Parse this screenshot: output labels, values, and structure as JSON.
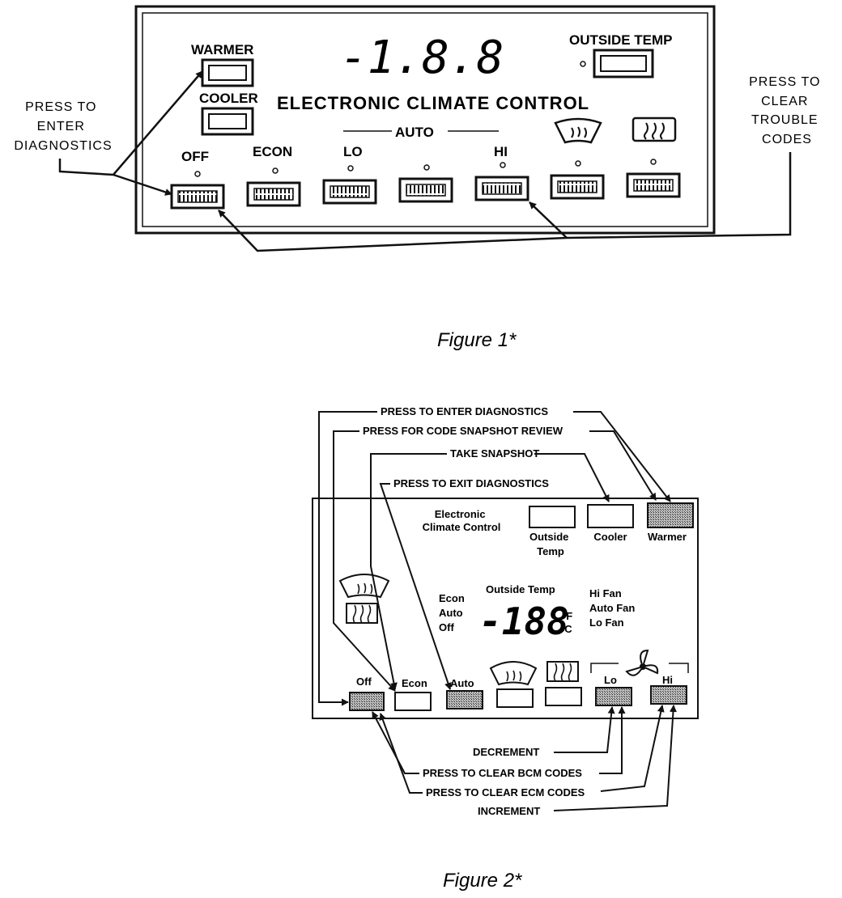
{
  "figure1": {
    "caption": "Figure 1*",
    "display_digits": "-1.8.8",
    "panel_title": "ELECTRONIC CLIMATE CONTROL",
    "auto_label": "AUTO",
    "warmer_label": "WARMER",
    "cooler_label": "COOLER",
    "outside_temp_label": "OUTSIDE TEMP",
    "buttons": {
      "off": "OFF",
      "econ": "ECON",
      "lo": "LO",
      "hi": "HI"
    },
    "icons": [
      "windshield-defrost-icon",
      "rear-defrost-icon"
    ],
    "callouts": {
      "enter_diagnostics": [
        "PRESS TO",
        "ENTER",
        "DIAGNOSTICS"
      ],
      "clear_trouble_codes": [
        "PRESS TO",
        "CLEAR",
        "TROUBLE",
        "CODES"
      ]
    }
  },
  "figure2": {
    "caption": "Figure 2*",
    "panel_title": [
      "Electronic",
      "Climate Control"
    ],
    "outside_temp_button": [
      "Outside",
      "Temp"
    ],
    "cooler_label": "Cooler",
    "warmer_label": "Warmer",
    "display_header": "Outside Temp",
    "display_digits": "-188",
    "unit_f": "°F",
    "unit_c": "°C",
    "mode_labels": [
      "Econ",
      "Auto",
      "Off"
    ],
    "fan_labels": [
      "Hi Fan",
      "Auto Fan",
      "Lo Fan"
    ],
    "buttons": {
      "off": "Off",
      "econ": "Econ",
      "auto": "Auto",
      "lo": "Lo",
      "hi": "Hi"
    },
    "icons": [
      "windshield-defrost-icon",
      "rear-defrost-icon",
      "fan-icon"
    ],
    "callouts": {
      "enter_diagnostics": "PRESS TO ENTER DIAGNOSTICS",
      "code_snapshot_review": "PRESS FOR CODE SNAPSHOT REVIEW",
      "take_snapshot": "TAKE SNAPSHOT",
      "exit_diagnostics": "PRESS TO EXIT DIAGNOSTICS",
      "decrement": "DECREMENT",
      "clear_bcm_codes": "PRESS TO CLEAR BCM CODES",
      "clear_ecm_codes": "PRESS TO CLEAR ECM CODES",
      "increment": "INCREMENT"
    }
  }
}
